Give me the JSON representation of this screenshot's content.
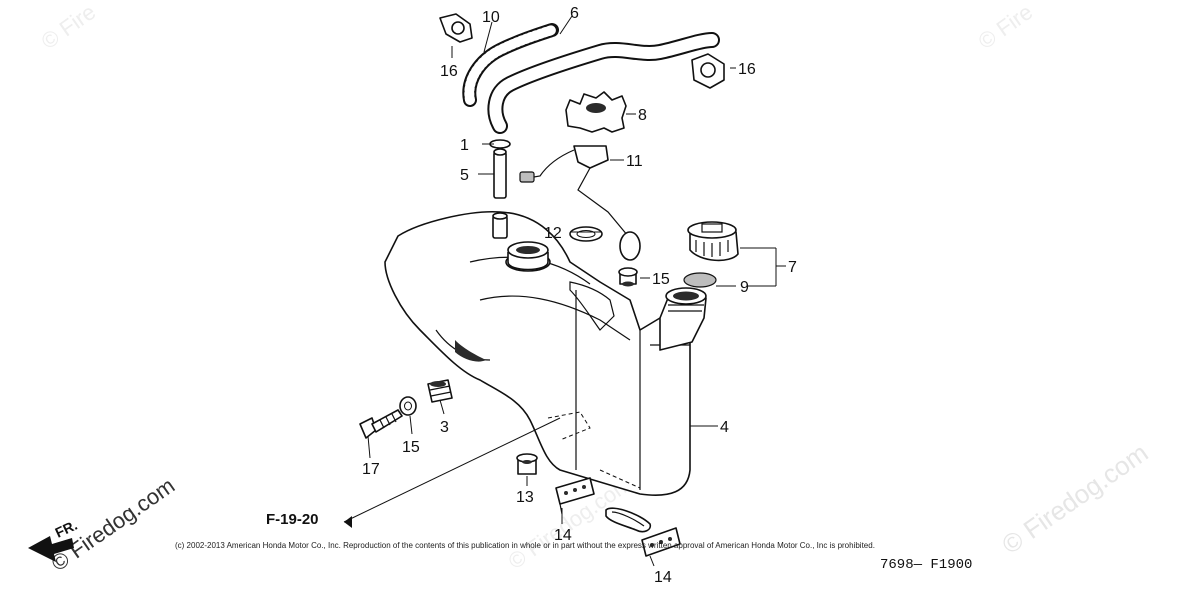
{
  "callouts": {
    "p1": "1",
    "p3": "3",
    "p4": "4",
    "p5": "5",
    "p6": "6",
    "p7": "7",
    "p8": "8",
    "p9": "9",
    "p10": "10",
    "p11": "11",
    "p12": "12",
    "p13": "13",
    "p14a": "14",
    "p14b": "14",
    "p15a": "15",
    "p15b": "15",
    "p16a": "16",
    "p16b": "16",
    "p17": "17"
  },
  "reference": "F-19-20",
  "direction": "FR.",
  "copyright": "(c) 2002-2013 American Honda Motor Co., Inc. Reproduction of the contents of this publication in whole or in part without the express written approval of American Honda Motor Co., Inc is prohibited.",
  "diagram_code": "7698— F1900",
  "watermark": {
    "main": "© Firedog.com",
    "short": "© Fire"
  }
}
